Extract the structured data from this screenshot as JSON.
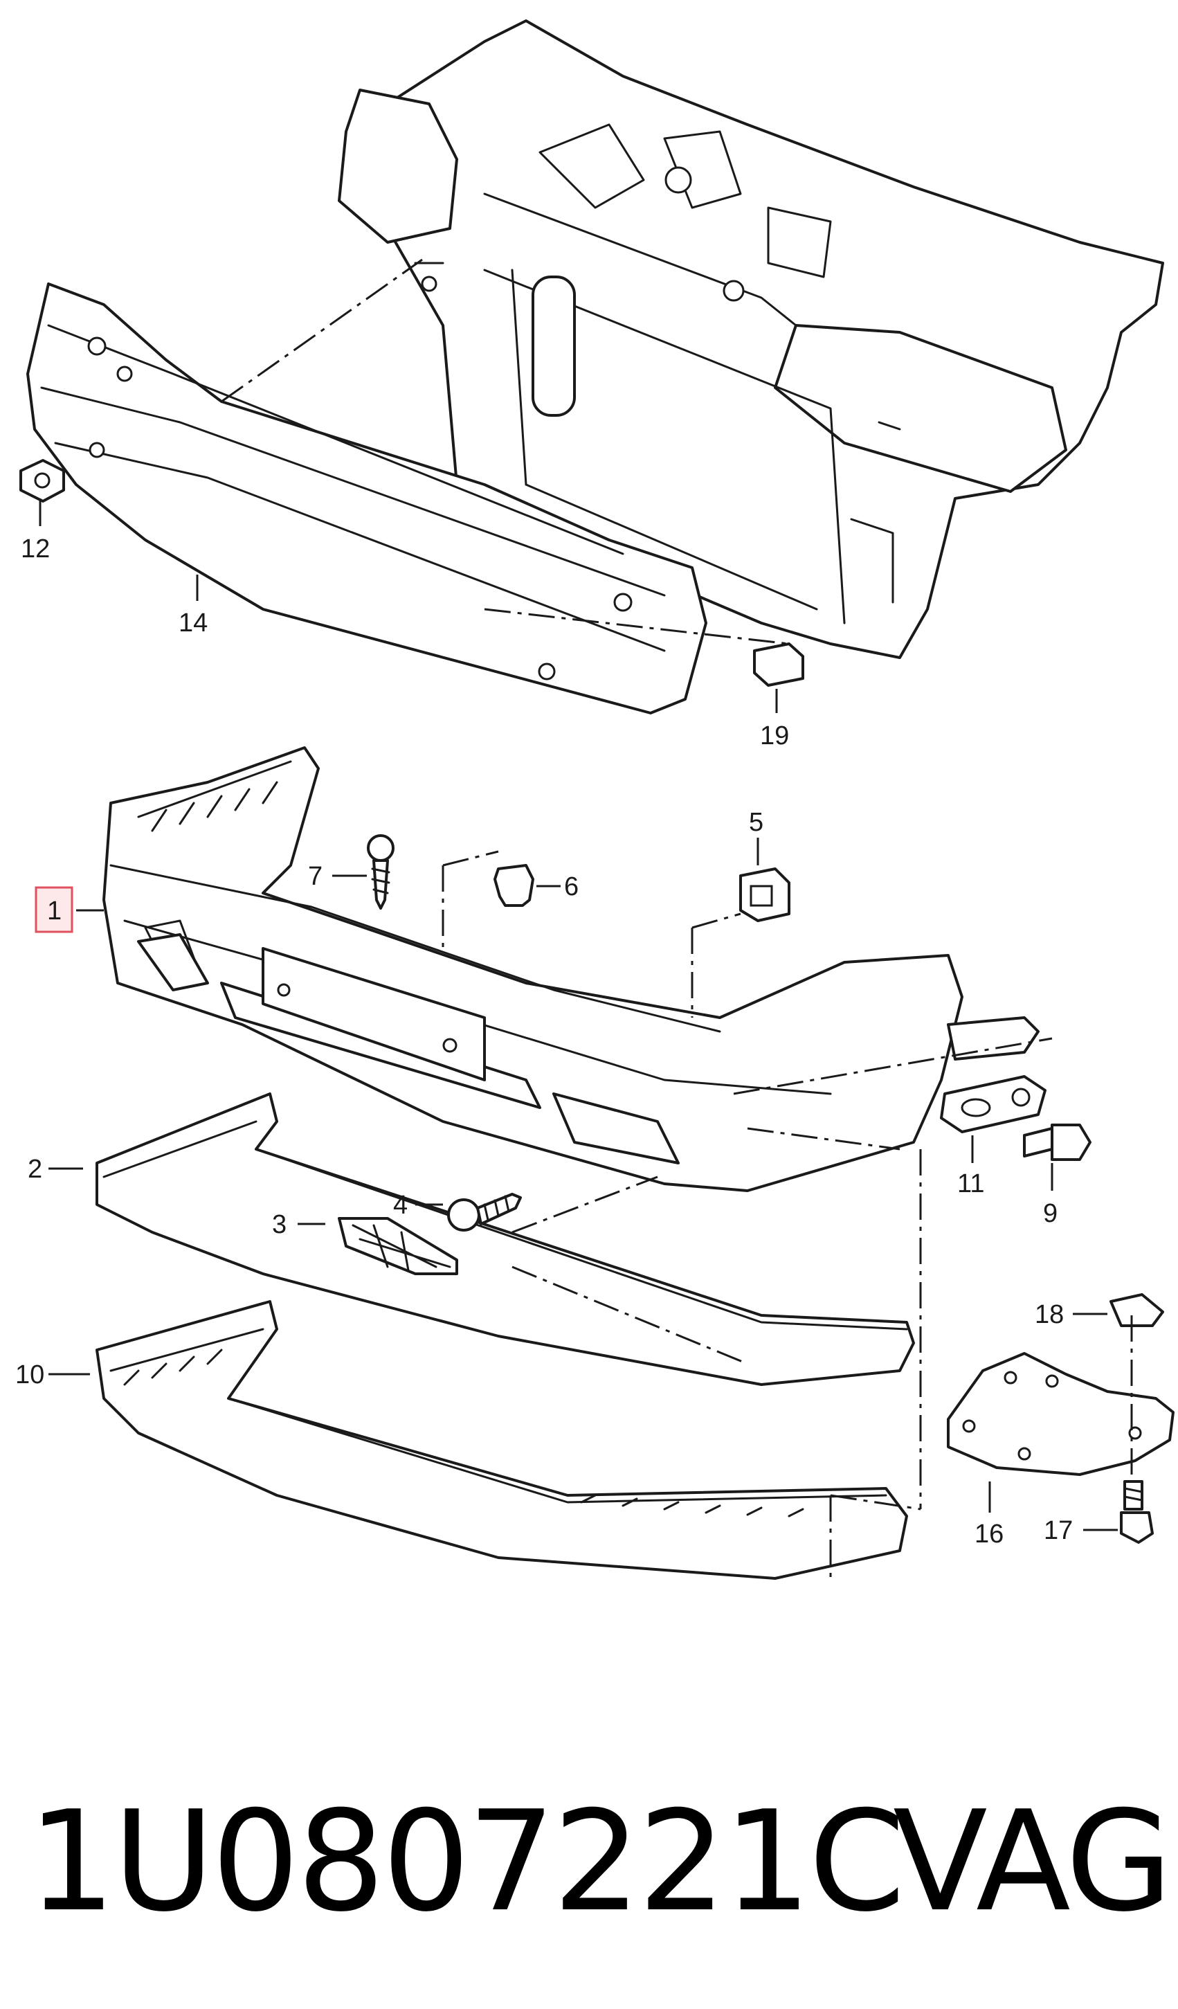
{
  "diagram": {
    "callouts": {
      "c1": "1",
      "c2": "2",
      "c3": "3",
      "c4": "4",
      "c5": "5",
      "c6": "6",
      "c7": "7",
      "c9": "9",
      "c10": "10",
      "c11": "11",
      "c12": "12",
      "c14": "14",
      "c16": "16",
      "c17": "17",
      "c18": "18",
      "c19": "19"
    },
    "highlight_color": "#e0505e"
  },
  "caption": {
    "part_number": "1U0807221C",
    "brand": "VAG"
  }
}
